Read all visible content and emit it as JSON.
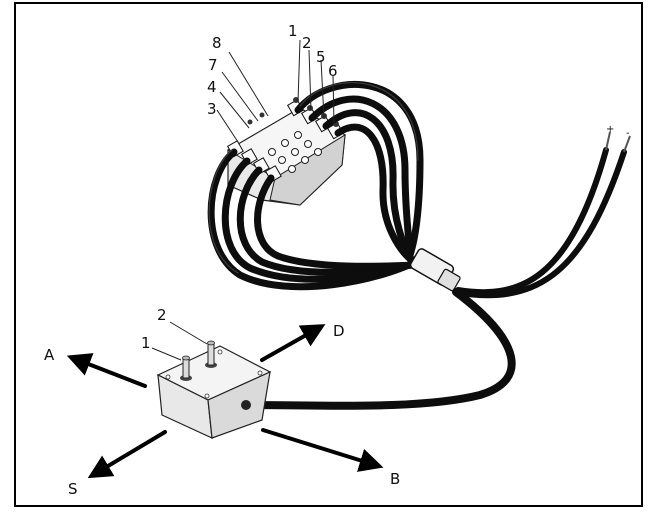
{
  "valve_labels": {
    "v1": "1",
    "v2": "2",
    "v5": "5",
    "v6": "6",
    "v8": "8",
    "v7": "7",
    "v4": "4",
    "v3": "3"
  },
  "box_labels": {
    "switch1": "1",
    "switch2": "2"
  },
  "direction_labels": {
    "a": "A",
    "d": "D",
    "s": "S",
    "b": "B"
  },
  "wire_labels": {
    "plus": "+",
    "minus": "-"
  }
}
